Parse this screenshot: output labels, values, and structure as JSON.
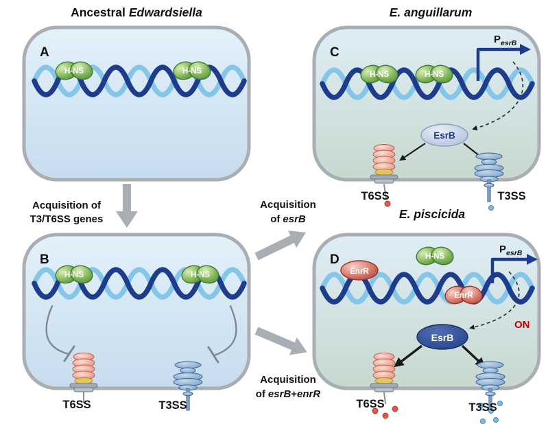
{
  "figure": {
    "titles": {
      "ancestral_prefix": "Ancestral",
      "ancestral_species": "Edwardsiella",
      "anguillarum": "E. anguillarum",
      "piscicida": "E. piscicida"
    },
    "panel_letters": {
      "a": "A",
      "b": "B",
      "c": "C",
      "d": "D"
    },
    "proteins": {
      "hns": "H-NS",
      "esrb": "EsrB",
      "enrr": "EnrR"
    },
    "systems": {
      "t6ss": "T6SS",
      "t3ss": "T3SS"
    },
    "promoter": {
      "p": "P",
      "subscript": "esrB"
    },
    "status": {
      "on": "ON"
    },
    "transitions": {
      "a_to_b": {
        "line1": "Acquisition of",
        "line2": "T3/T6SS genes"
      },
      "b_to_c": {
        "line1": "Acquisition",
        "line2_prefix": "of",
        "gene": "esrB"
      },
      "b_to_d": {
        "line1": "Acquisition",
        "line2_prefix": "of",
        "gene1": "esrB",
        "plus": "+",
        "gene2": "enrR"
      }
    },
    "colors": {
      "hns_green": "#6faf4f",
      "enrr_red": "#c65b4e",
      "esrb_light_fill": "#b9c6de",
      "esrb_dark_fill": "#2c4a8d",
      "dna_light": "#85c6e8",
      "dna_dark": "#1d3c8c",
      "membrane_stroke": "#a8aeb4",
      "cell_blue_top": "#e3f1fa",
      "cell_green_bottom": "#c7d8cf",
      "transition_arrow_gray": "#a9aeb4",
      "on_text_red": "#c00000",
      "t6ss_pink": "#eda595",
      "t3ss_blue": "#89abd0",
      "effector_red": "#e2574b",
      "effector_blue": "#7cc0e8"
    }
  }
}
